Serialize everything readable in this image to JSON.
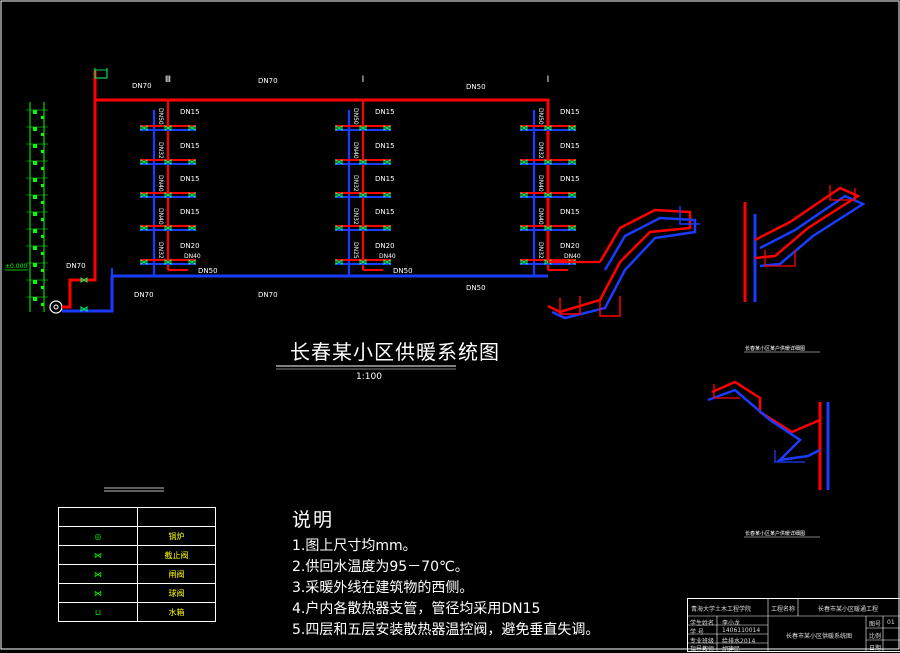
{
  "diagram_title": "长春某小区供暖系统图",
  "scale": "1:100",
  "colors": {
    "supply": "#ff0000",
    "return": "#1a3cff",
    "valve": "#00ff66",
    "dim": "#00ff00"
  },
  "risers": [
    {
      "label": "Ⅲ",
      "sizes": [
        {
          "s": "DN50",
          "r": "DN15"
        },
        {
          "s": "DN32",
          "r": "DN15"
        },
        {
          "s": "DN40",
          "r": "DN15"
        },
        {
          "s": "DN40",
          "r": "DN15"
        },
        {
          "s": "DN32",
          "r": "DN20"
        }
      ]
    },
    {
      "label": "Ⅰ",
      "sizes": [
        {
          "s": "DN50",
          "r": "DN15"
        },
        {
          "s": "DN40",
          "r": "DN15"
        },
        {
          "s": "DN32",
          "r": "DN15"
        },
        {
          "s": "DN32",
          "r": "DN15"
        },
        {
          "s": "DN25",
          "r": "DN20"
        }
      ]
    },
    {
      "label": "Ⅰ",
      "sizes": [
        {
          "s": "DN50",
          "r": "DN15"
        },
        {
          "s": "DN32",
          "r": "DN15"
        },
        {
          "s": "DN40",
          "r": "DN15"
        },
        {
          "s": "DN40",
          "r": "DN15"
        },
        {
          "s": "DN32",
          "r": "DN20"
        }
      ]
    }
  ],
  "pipe_labels": {
    "supply_top": [
      "DN70",
      "DN70",
      "DN50"
    ],
    "return_mid": [
      "DN50",
      "DN50"
    ],
    "return_bottom": [
      "DN70",
      "DN70",
      "DN50"
    ],
    "inlet": "DN70",
    "riser_bottom": [
      "DN40",
      "DN40",
      "DN40"
    ]
  },
  "elevation": "±0.000",
  "detail_titles": [
    "长春某小区某户供暖详细图",
    "长春某小区某户供暖详细图"
  ],
  "notes": {
    "heading": "说明",
    "lines": [
      "1.图上尺寸均mm。",
      "2.供回水温度为95－70℃。",
      "3.采暖外线在建筑物的西侧。",
      "4.户内各散热器支管，管径均采用DN15",
      "5.四层和五层安装散热器温控阀，避免垂直失调。"
    ]
  },
  "legend": {
    "rows": [
      "锅炉",
      "截止阀",
      "闸阀",
      "球阀",
      "水箱"
    ]
  },
  "title_block": {
    "school": "青海大学土木工程学院",
    "project_label": "工程名称",
    "project": "长春市某小区暖通工程",
    "r1": "学生姓名",
    "r1v": "李小龙",
    "r2": "学    号",
    "r2v": "1406110014",
    "r3": "专业班级",
    "r3v": "给排水2014",
    "r4": "指导教师",
    "r4v": "胡建民",
    "drawing": "长春市某小区供暖系统图",
    "f1": "图号",
    "f1v": "01",
    "f2": "比例",
    "f3": "日期"
  }
}
